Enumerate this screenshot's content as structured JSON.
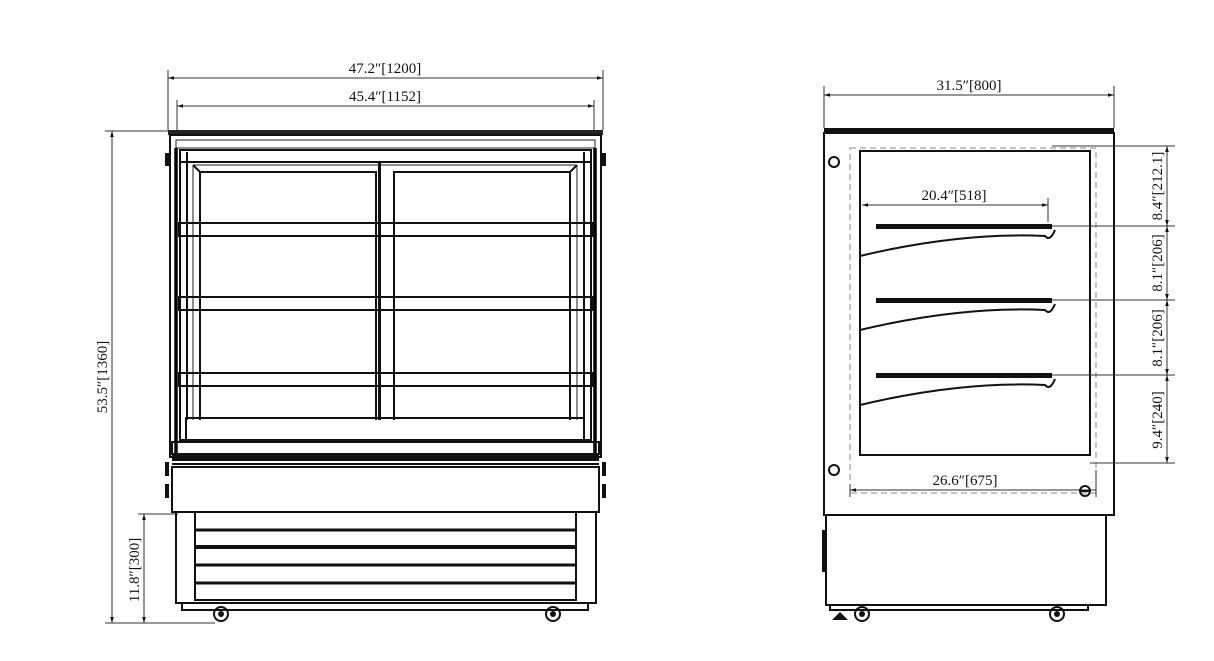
{
  "drawing": {
    "type": "Display cabinet dimension drawing",
    "colors": {
      "line": "#000000",
      "dimension": "#333333",
      "background": "#ffffff"
    }
  },
  "front_view": {
    "name": "Front elevation",
    "dimensions": {
      "overall_width": "47.2″[1200]",
      "inner_width": "45.4″[1152]",
      "overall_height": "53.5″[1360]",
      "base_height": "11.8″[300]"
    },
    "shelves": 3,
    "base_louvers": 4
  },
  "side_view": {
    "name": "Side elevation",
    "dimensions": {
      "overall_depth": "31.5″[800]",
      "shelf_depth": "20.4″[518]",
      "interior_depth": "26.6″[675]",
      "top_gap": "8.4″[212.1]",
      "shelf_spacing_1": "8.1″[206]",
      "shelf_spacing_2": "8.1″[206]",
      "bottom_gap": "9.4″[240]"
    },
    "shelves": 3
  }
}
